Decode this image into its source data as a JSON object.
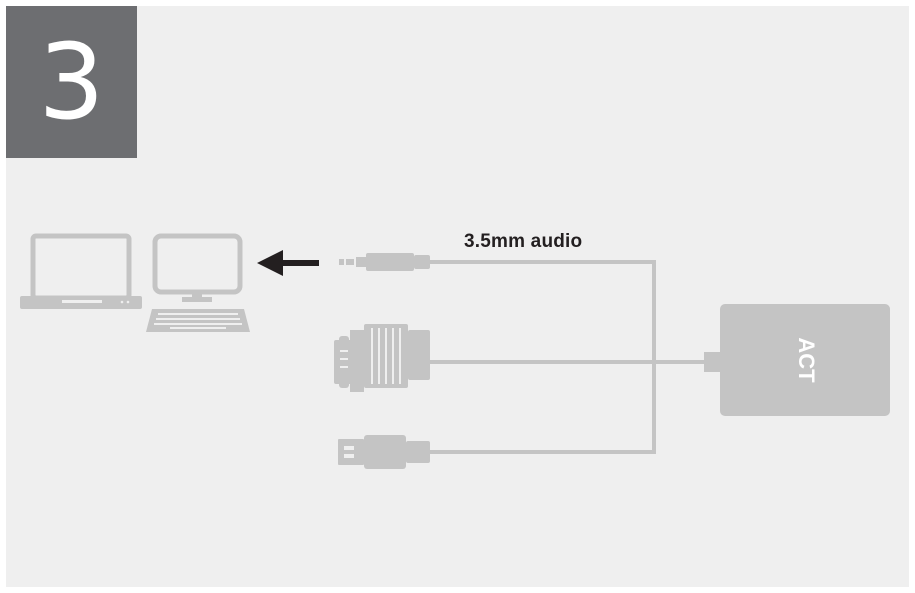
{
  "step": {
    "number": "3"
  },
  "cables": {
    "audio_label": "3.5mm audio"
  },
  "adapter": {
    "logo": "ACT"
  },
  "icons": {
    "laptop": "laptop-icon",
    "desktop": "desktop-monitor-icon",
    "keyboard": "keyboard-icon",
    "arrow": "arrow-left-icon",
    "audio_jack": "audio-jack-icon",
    "vga": "vga-connector-icon",
    "usb": "usb-connector-icon"
  },
  "colors": {
    "background": "#efefef",
    "step_box": "#6d6e71",
    "device_gray": "#c4c4c4",
    "arrow": "#231f20"
  }
}
